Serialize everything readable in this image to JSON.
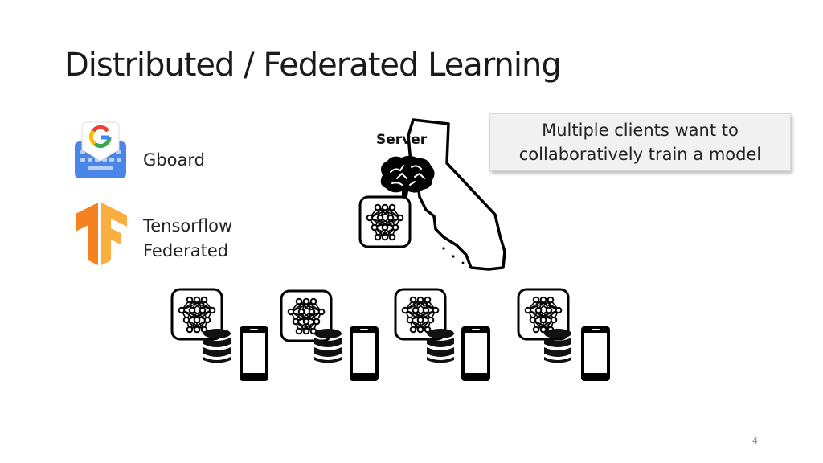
{
  "slide": {
    "title": "Distributed / Federated Learning",
    "callout": {
      "line1": "Multiple clients want to",
      "line2": "collaboratively train a model"
    },
    "server_label": "Server",
    "examples": [
      {
        "label": "Gboard",
        "icon": "gboard-icon"
      },
      {
        "label_line1": "Tensorflow",
        "label_line2": "Federated",
        "icon": "tensorflow-icon"
      }
    ],
    "clients": [
      {
        "icons": [
          "neural-network-icon",
          "database-icon",
          "phone-icon"
        ]
      },
      {
        "icons": [
          "neural-network-icon",
          "database-icon",
          "phone-icon"
        ]
      },
      {
        "icons": [
          "neural-network-icon",
          "database-icon",
          "phone-icon"
        ]
      },
      {
        "icons": [
          "neural-network-icon",
          "database-icon",
          "phone-icon"
        ]
      }
    ],
    "page_number": "4",
    "colors": {
      "callout_bg": "#f1f1f1",
      "tensorflow_orange": "#f58220",
      "gboard_blue": "#4a86e8"
    }
  }
}
